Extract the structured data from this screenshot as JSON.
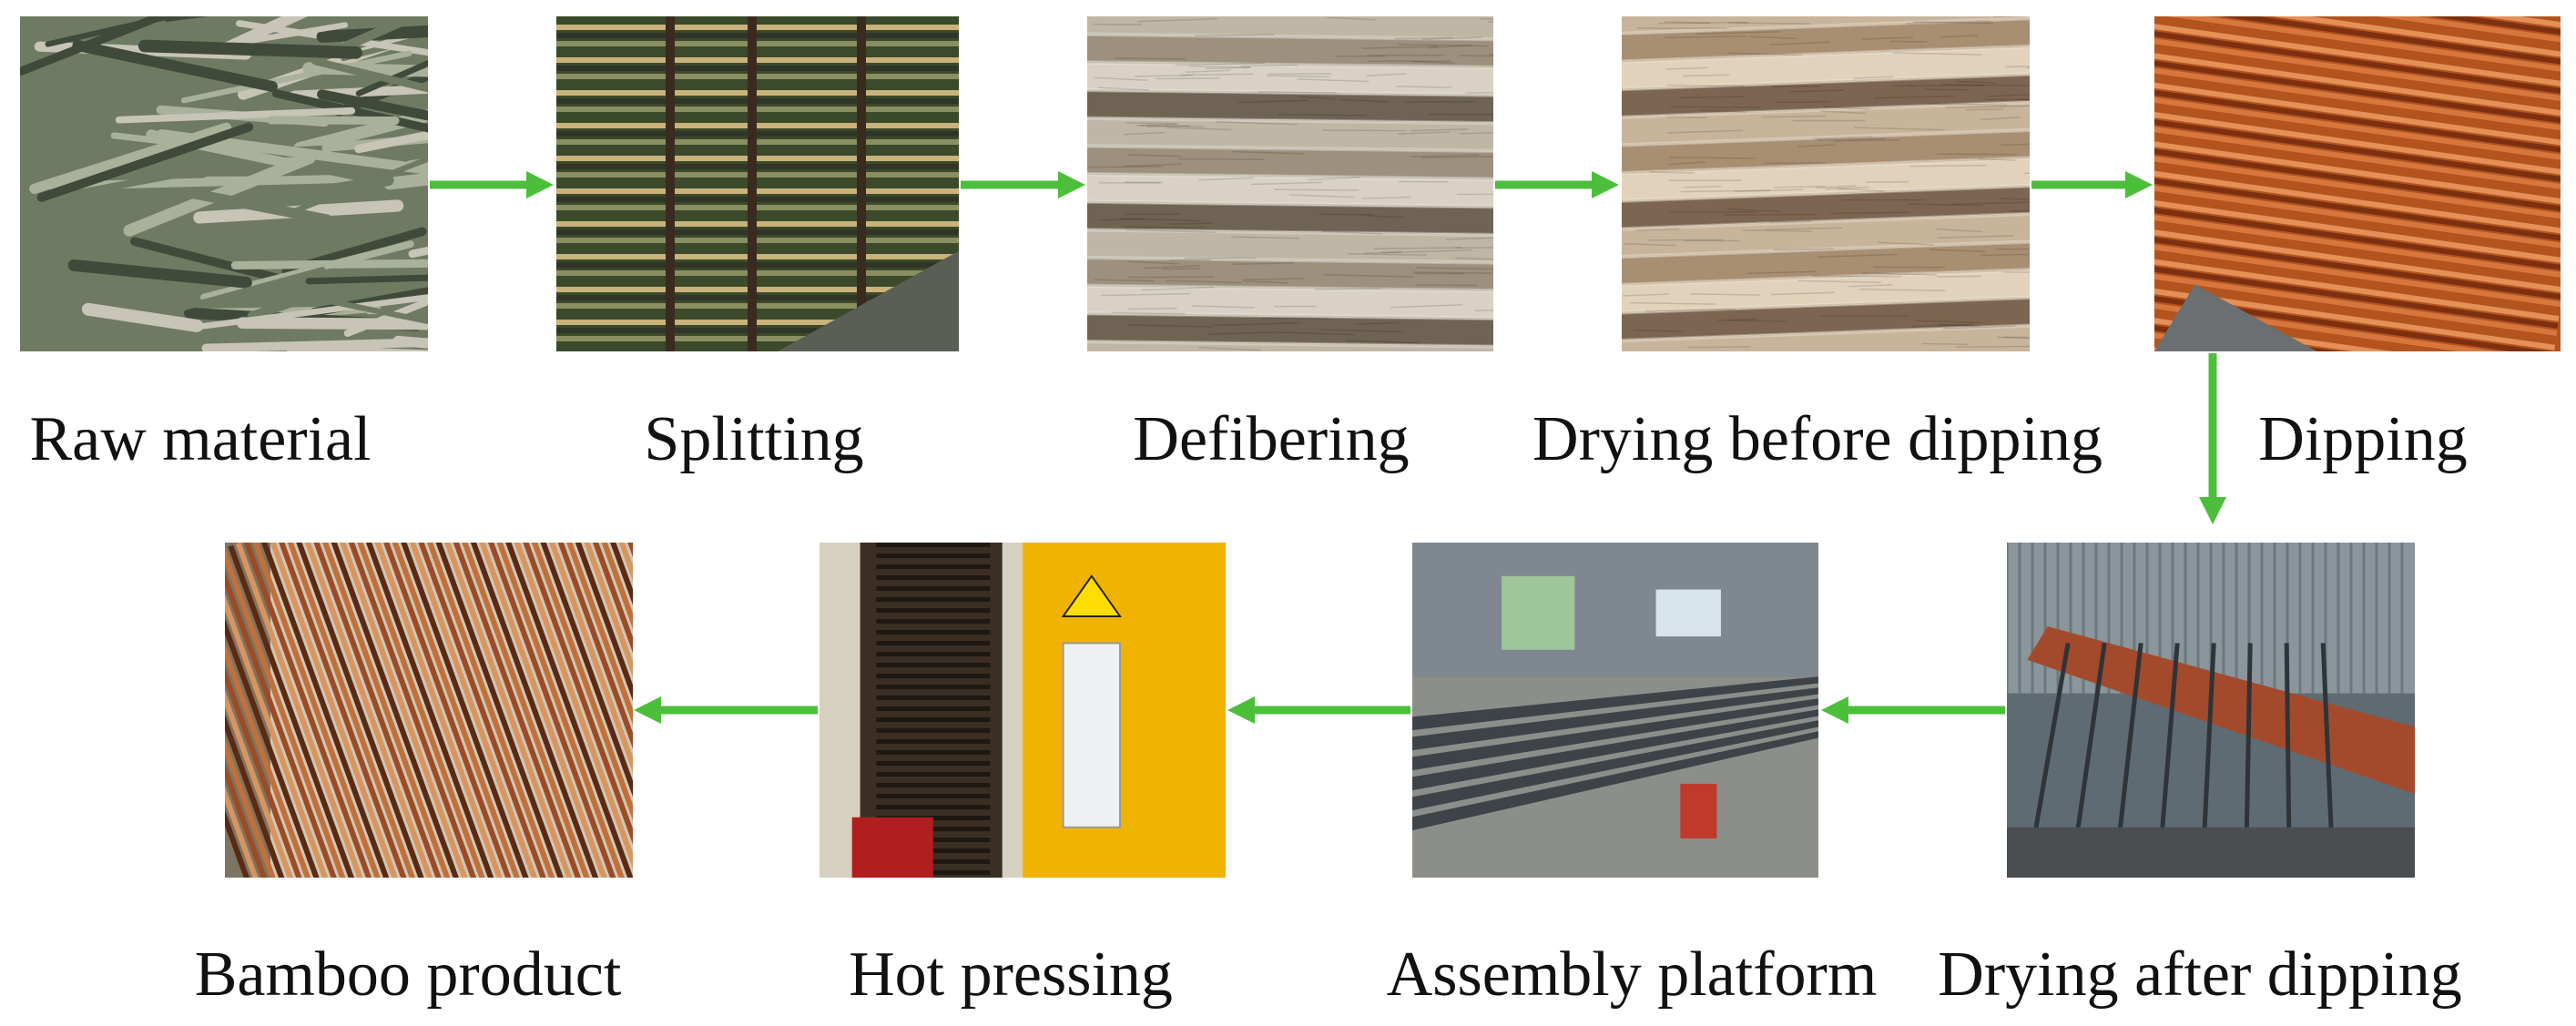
{
  "steps": [
    {
      "id": "raw-material",
      "label": "Raw material",
      "palette": [
        "#6f7a63",
        "#a9b19a",
        "#3f4a3a",
        "#c8c4b6"
      ]
    },
    {
      "id": "splitting",
      "label": "Splitting",
      "palette": [
        "#3a4a2a",
        "#c9b37a",
        "#2f3627",
        "#8a8f61"
      ]
    },
    {
      "id": "defibering",
      "label": "Defibering",
      "palette": [
        "#bfb6a5",
        "#9d907c",
        "#d9d2c4",
        "#6f6453"
      ]
    },
    {
      "id": "drying-before-dipping",
      "label": "Drying before dipping",
      "palette": [
        "#c8b49a",
        "#a88f72",
        "#e2d2bb",
        "#7d6651"
      ]
    },
    {
      "id": "dipping",
      "label": "Dipping",
      "palette": [
        "#b3541f",
        "#d7773d",
        "#7c3010",
        "#e59058"
      ]
    },
    {
      "id": "drying-after-dipping",
      "label": "Drying after dipping",
      "palette": [
        "#5f6b72",
        "#a44a2c",
        "#2f3438",
        "#c9ccc8"
      ]
    },
    {
      "id": "assembly-platform",
      "label": "Assembly platform",
      "palette": [
        "#5d6670",
        "#a9b0b4",
        "#c0392b",
        "#3d4349"
      ]
    },
    {
      "id": "hot-pressing",
      "label": "Hot pressing",
      "palette": [
        "#f0b400",
        "#3b2e22",
        "#d6d0c0",
        "#b01e1e"
      ]
    },
    {
      "id": "bamboo-product",
      "label": "Bamboo product",
      "palette": [
        "#9b4c24",
        "#c2703a",
        "#5a2a12",
        "#d8955d"
      ]
    }
  ],
  "colors": {
    "arrow": "#4cbf3a",
    "text": "#111111",
    "background": "#ffffff"
  }
}
